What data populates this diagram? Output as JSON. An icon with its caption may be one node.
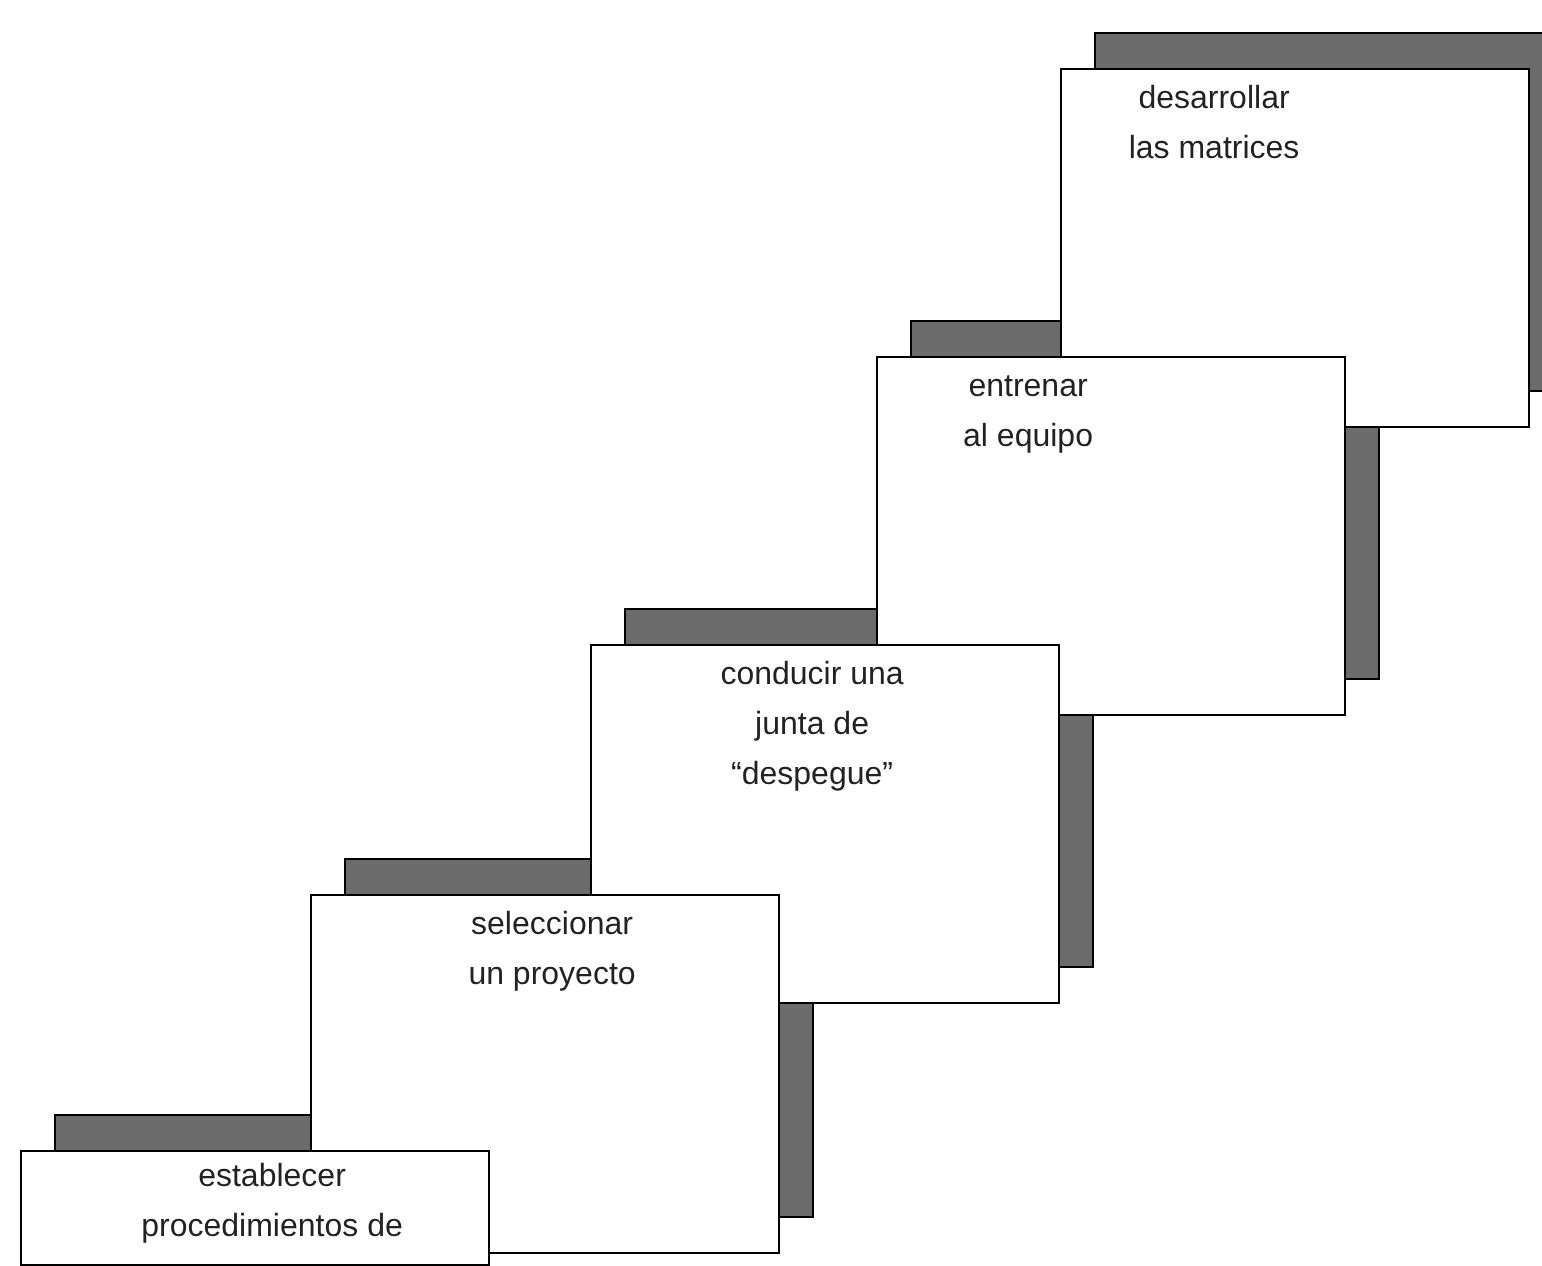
{
  "diagram": {
    "nodes": [
      {
        "text": [
          "desarrollar las matrices"
        ]
      },
      {
        "text": [
          "entrenar al equipo"
        ]
      },
      {
        "text": [
          "conducir una junta de “despegue”"
        ]
      },
      {
        "text": [
          "seleccionar un proyecto"
        ]
      },
      {
        "text": [
          "establecer procedimientos de"
        ]
      }
    ]
  }
}
